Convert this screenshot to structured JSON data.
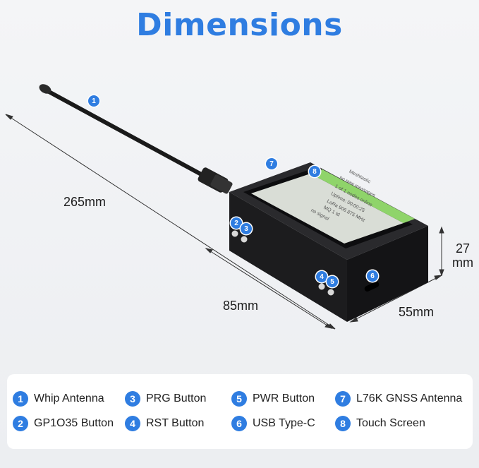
{
  "title": "Dimensions",
  "dimensions": {
    "length_total": "265mm",
    "length_body": "85mm",
    "width": "55mm",
    "height": "27mm"
  },
  "screen_text": {
    "brand": "Meshtastic",
    "line1": "no new messages",
    "line2": "1 of 1 nodes online",
    "line3": "Uptime: 00:00:25",
    "line4": "LoRa 906.875 MHz",
    "line5": "MQ 1 Id",
    "line6": "no signal"
  },
  "callouts": [
    "1",
    "2",
    "3",
    "4",
    "5",
    "6",
    "7",
    "8"
  ],
  "legend": [
    {
      "num": "1",
      "label": "Whip Antenna"
    },
    {
      "num": "2",
      "label": "GP1O35 Button"
    },
    {
      "num": "3",
      "label": "PRG Button"
    },
    {
      "num": "4",
      "label": "RST Button"
    },
    {
      "num": "5",
      "label": "PWR Button"
    },
    {
      "num": "6",
      "label": "USB Type-C"
    },
    {
      "num": "7",
      "label": "L76K GNSS Antenna"
    },
    {
      "num": "8",
      "label": "Touch Screen"
    }
  ],
  "colors": {
    "accent": "#2f7de1",
    "screen_green": "#8fd46a",
    "device": "#1e1e20"
  }
}
